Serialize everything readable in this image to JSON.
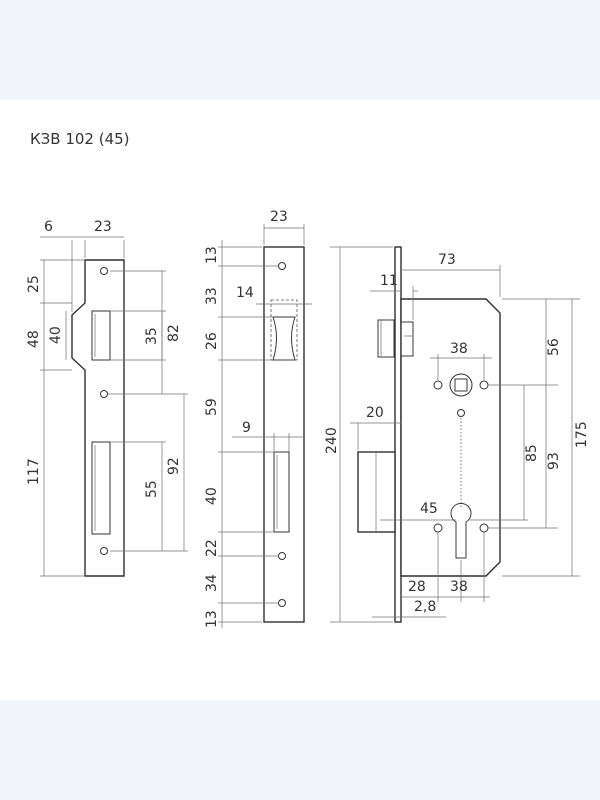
{
  "drawing": {
    "title": "КЗВ 102 (45)",
    "strike_plate": {
      "width_top": "6",
      "width": "23",
      "d25": "25",
      "d48": "48",
      "d40": "40",
      "d117": "117",
      "d35": "35",
      "d82": "82",
      "d55": "55",
      "d92": "92"
    },
    "face_plate": {
      "width": "23",
      "d13_top": "13",
      "d33": "33",
      "d14": "14",
      "d26": "26",
      "d59": "59",
      "d9": "9",
      "d40": "40",
      "d22": "22",
      "d34": "34",
      "d13_bottom": "13"
    },
    "lock_body": {
      "d11": "11",
      "d73": "73",
      "d38_top": "38",
      "d56": "56",
      "d20": "20",
      "d240": "240",
      "d85": "85",
      "d93": "93",
      "d175": "175",
      "d45": "45",
      "d28": "28",
      "d38_bottom": "38",
      "d2_8": "2,8"
    }
  }
}
